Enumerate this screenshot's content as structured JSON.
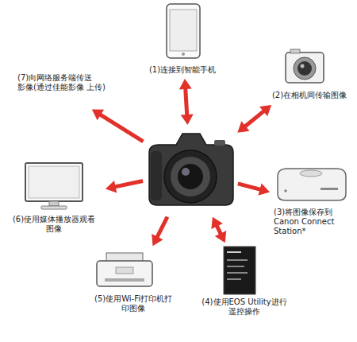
{
  "diagram": {
    "nodes": [
      {
        "text": [
          "(1)连接到智能手机"
        ]
      },
      {
        "text": [
          "(7)向网络服务端传送 影像(通过佳能影像 上传)"
        ]
      },
      {
        "text": [
          "(2)在相机间传输图像"
        ]
      },
      {
        "text": []
      },
      {
        "text": [
          "(6)使用媒体播放器观看 图像"
        ]
      },
      {
        "text": [
          "(3)将图像保存到 Canon Connect Station*"
        ]
      },
      {
        "text": [
          "(5)使用Wi-Fi打印机打 印图像"
        ]
      },
      {
        "text": [
          "(4)使用EOS Utility进行 遥控操作"
        ]
      }
    ],
    "edges": [
      {
        "from": 3,
        "to": 0,
        "arrow": "both"
      },
      {
        "from": 3,
        "to": 2,
        "arrow": "both"
      },
      {
        "from": 3,
        "to": 5,
        "arrow": "to"
      },
      {
        "from": 3,
        "to": 7,
        "arrow": "both"
      },
      {
        "from": 3,
        "to": 6,
        "arrow": "to"
      },
      {
        "from": 3,
        "to": 4,
        "arrow": "to"
      },
      {
        "from": 3,
        "to": 1,
        "arrow": "to"
      }
    ]
  }
}
